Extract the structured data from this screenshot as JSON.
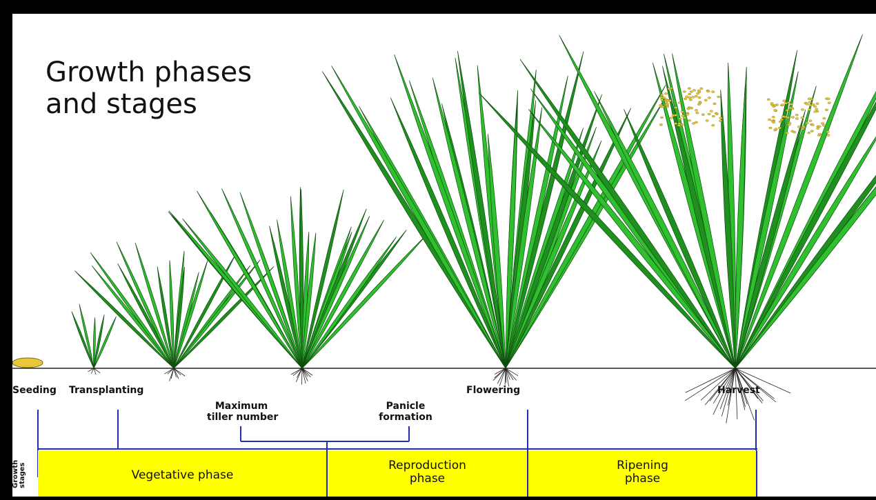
{
  "title": {
    "line1": "Growth phases",
    "line2": "and stages"
  },
  "stages": {
    "seeding": "Seeding",
    "transplanting": "Transplanting",
    "max_tiller_line1": "Maximum",
    "max_tiller_line2": "tiller number",
    "panicle_line1": "Panicle",
    "panicle_line2": "formation",
    "flowering": "Flowering",
    "harvest": "Harvest"
  },
  "side_label": {
    "line1": "Growth",
    "line2": "stages"
  },
  "phases": [
    {
      "line1": "Vegetative phase",
      "line2": ""
    },
    {
      "line1": "Reproduction",
      "line2": "phase"
    },
    {
      "line1": "Ripening",
      "line2": "phase"
    }
  ],
  "colors": {
    "phase_bar": "#ffff00",
    "timeline": "#1f2fb0",
    "leaf": "#2fbf2f",
    "leaf_dark": "#1f8f1f",
    "grain": "#e8c83a",
    "frame": "#000000"
  }
}
